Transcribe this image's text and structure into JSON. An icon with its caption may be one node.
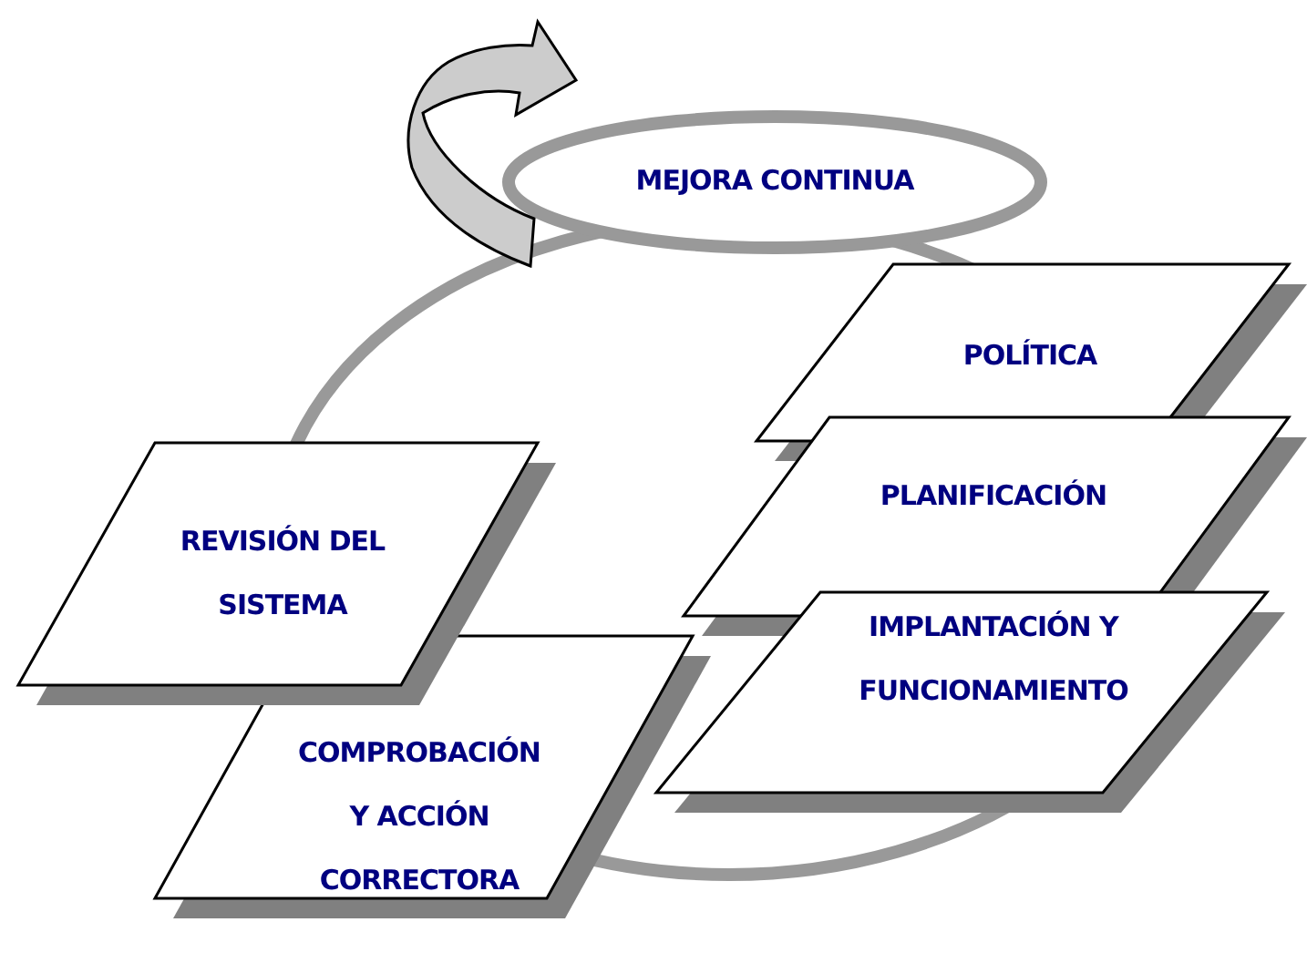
{
  "diagram": {
    "nodes": [
      {
        "text": [
          "MEJORA CONTINUA"
        ]
      },
      {
        "text": [
          "POLÍTICA"
        ]
      },
      {
        "text": [
          "PLANIFICACIÓN"
        ]
      },
      {
        "text": [
          "IMPLANTACIÓN Y FUNCIONAMIENTO"
        ]
      },
      {
        "text": [
          "COMPROBACIÓN Y ACCIÓN CORRECTORA"
        ]
      },
      {
        "text": [
          "REVISIÓN DEL SISTEMA"
        ]
      }
    ]
  }
}
